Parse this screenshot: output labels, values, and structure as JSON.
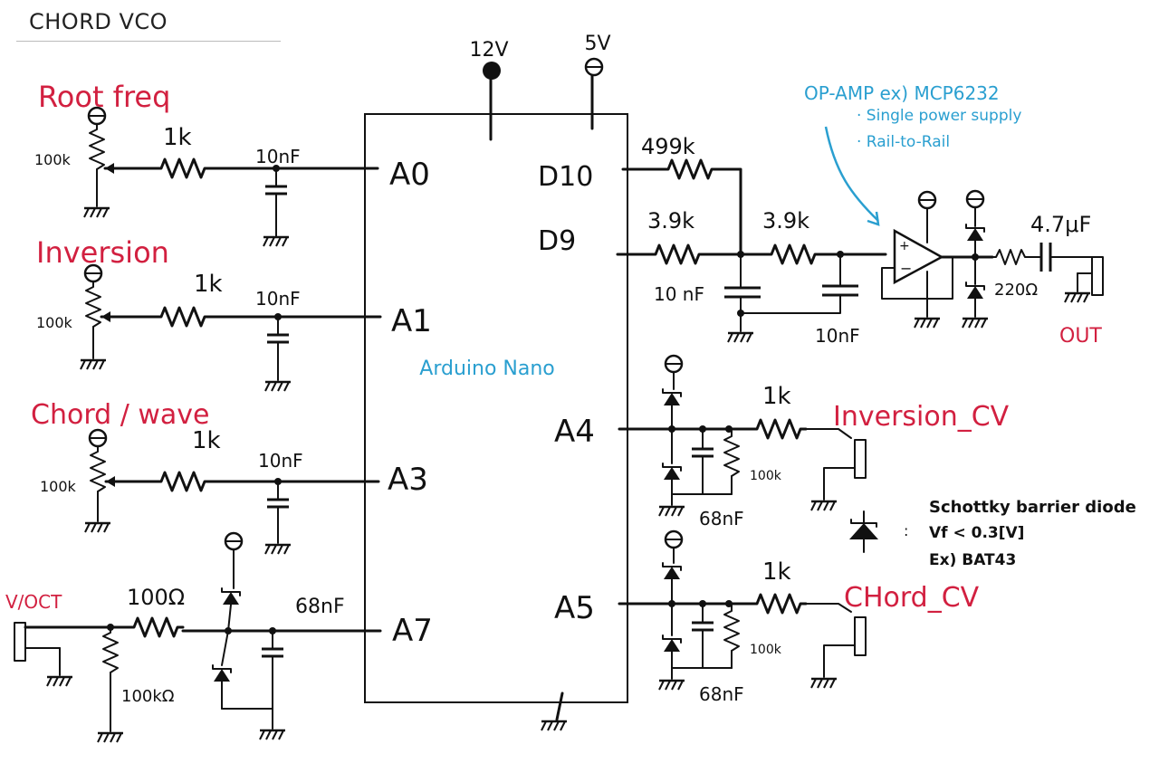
{
  "title": "CHORD VCO",
  "board": {
    "label": "Arduino Nano"
  },
  "power": {
    "v12": "12V",
    "v5": "5V"
  },
  "pins": {
    "a0": "A0",
    "a1": "A1",
    "a3": "A3",
    "a7": "A7",
    "a4": "A4",
    "a5": "A5",
    "d10": "D10",
    "d9": "D9"
  },
  "inputs": {
    "root": {
      "label": "Root freq",
      "pot": "100k",
      "res": "1k",
      "cap": "10nF"
    },
    "inv": {
      "label": "Inversion",
      "pot": "100k",
      "res": "1k",
      "cap": "10nF"
    },
    "chord": {
      "label": "Chord / wave",
      "pot": "100k",
      "res": "1k",
      "cap": "10nF"
    },
    "voct": {
      "label": "V/OCT",
      "res": "100Ω",
      "res_gnd": "100kΩ",
      "cap": "68nF"
    }
  },
  "cv": {
    "inversion": {
      "label": "Inversion_CV",
      "res": "1k",
      "res_gnd": "100k",
      "cap": "68nF"
    },
    "chord": {
      "label": "CHord_CV",
      "res": "1k",
      "res_gnd": "100k",
      "cap": "68nF"
    }
  },
  "output": {
    "r_d10": "499k",
    "r_d9": "3.9k",
    "r_filter": "3.9k",
    "cap1": "10 nF",
    "cap2": "10nF",
    "cap_out": "4.7μF",
    "r_out": "220Ω",
    "out_label": "OUT",
    "opamp_note": "OP-AMP ex) MCP6232",
    "opamp_b1": "· Single power supply",
    "opamp_b2": "· Rail-to-Rail"
  },
  "legend": {
    "title": "Schottky barrier diode",
    "vf": "Vf < 0.3[V]",
    "example": "Ex) BAT43"
  }
}
